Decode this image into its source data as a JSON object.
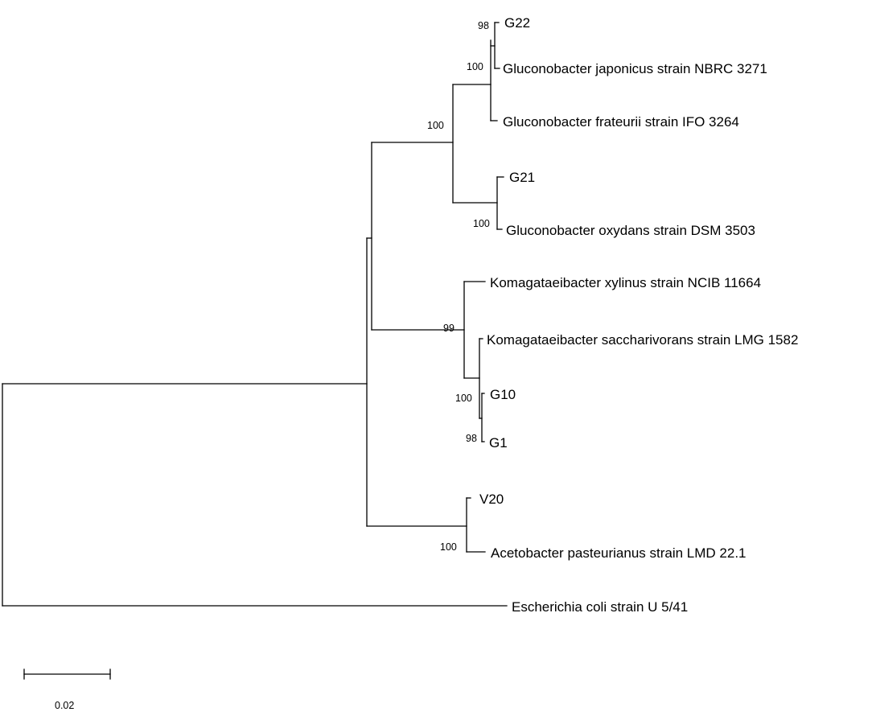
{
  "figure": {
    "type": "phylogenetic-tree",
    "colors": {
      "line": "#000000",
      "text": "#000000",
      "background": "#ffffff"
    }
  },
  "taxa": [
    "G22",
    "Gluconobacter japonicus strain NBRC 3271",
    "Gluconobacter frateurii strain IFO 3264",
    "G21",
    "Gluconobacter oxydans strain DSM 3503",
    "Komagataeibacter xylinus strain NCIB 11664",
    "Komagataeibacter saccharivorans strain LMG 1582",
    "G10",
    "G1",
    "V20",
    "Acetobacter pasteurianus strain LMD 22.1",
    "Escherichia coli strain U 5/41"
  ],
  "support": [
    "98",
    "100",
    "100",
    "100",
    "99",
    "100",
    "98",
    "100"
  ],
  "scale_bar": {
    "label": "0.02",
    "length": 0.02
  }
}
